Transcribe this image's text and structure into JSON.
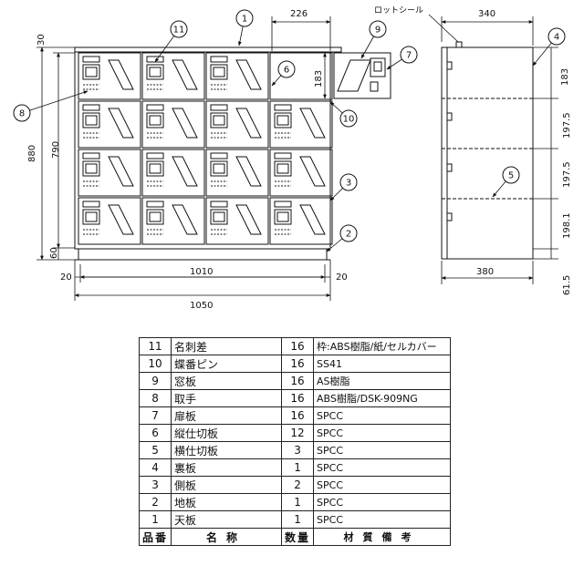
{
  "dimensions": {
    "top_30": "30",
    "height_880": "880",
    "height_790": "790",
    "bottom_60": "60",
    "door_width_226": "226",
    "door_height_183": "183",
    "side_width_20_left": "20",
    "inner_width_1010": "1010",
    "side_width_20_right": "20",
    "total_width_1050": "1050",
    "depth_340": "340",
    "depth_380": "380",
    "right_183": "183",
    "right_197_5_a": "197.5",
    "right_197_5_b": "197.5",
    "right_198_1": "198.1",
    "right_61_5": "61.5"
  },
  "notes": {
    "lot_seal": "ロットシール"
  },
  "callouts": [
    "11",
    "1",
    "9",
    "7",
    "6",
    "4",
    "8",
    "10",
    "3",
    "5",
    "2"
  ],
  "parts_table": {
    "rows": [
      {
        "no": "11",
        "name": "名刺差",
        "qty": "16",
        "material": "枠:ABS樹脂/紙/セルカバー"
      },
      {
        "no": "10",
        "name": "蝶番ピン",
        "qty": "16",
        "material": "SS41"
      },
      {
        "no": "9",
        "name": "窓板",
        "qty": "16",
        "material": "AS樹脂"
      },
      {
        "no": "8",
        "name": "取手",
        "qty": "16",
        "material": "ABS樹脂/DSK-909NG"
      },
      {
        "no": "7",
        "name": "扉板",
        "qty": "16",
        "material": "SPCC"
      },
      {
        "no": "6",
        "name": "縦仕切板",
        "qty": "12",
        "material": "SPCC"
      },
      {
        "no": "5",
        "name": "横仕切板",
        "qty": "3",
        "material": "SPCC"
      },
      {
        "no": "4",
        "name": "裏板",
        "qty": "1",
        "material": "SPCC"
      },
      {
        "no": "3",
        "name": "側板",
        "qty": "2",
        "material": "SPCC"
      },
      {
        "no": "2",
        "name": "地板",
        "qty": "1",
        "material": "SPCC"
      },
      {
        "no": "1",
        "name": "天板",
        "qty": "1",
        "material": "SPCC"
      }
    ],
    "header": {
      "no": "品番",
      "name": "名称",
      "qty": "数量",
      "material": "材質備考"
    }
  }
}
